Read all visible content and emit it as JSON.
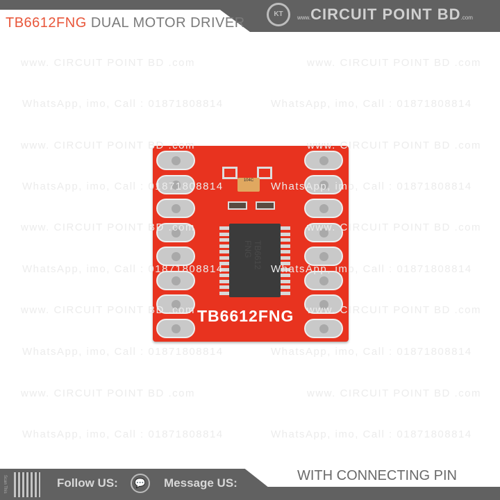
{
  "header": {
    "title_highlight": "TB6612FNG",
    "title_rest": " DUAL MOTOR DRIVER",
    "logo_text": "KT",
    "brand_prefix": "www.",
    "brand": "CIRCUIT POINT BD",
    ".com": ".com",
    "brand_suffix": ".com"
  },
  "watermarks": {
    "site": "www. CIRCUIT POINT BD .com",
    "contact": "WhatsApp, imo, Call : 01871808814"
  },
  "product": {
    "silkscreen": "TB6612FNG",
    "chip_marking": "TB6612 FNG",
    "capacitor_marking": "104C",
    "colors": {
      "pcb": "#e8331f",
      "accent": "#e8563a"
    }
  },
  "footer": {
    "scan_label": "Scan This",
    "follow": "Follow US:",
    "message": "Message US:",
    "tagline": "WITH CONNECTING PIN"
  }
}
